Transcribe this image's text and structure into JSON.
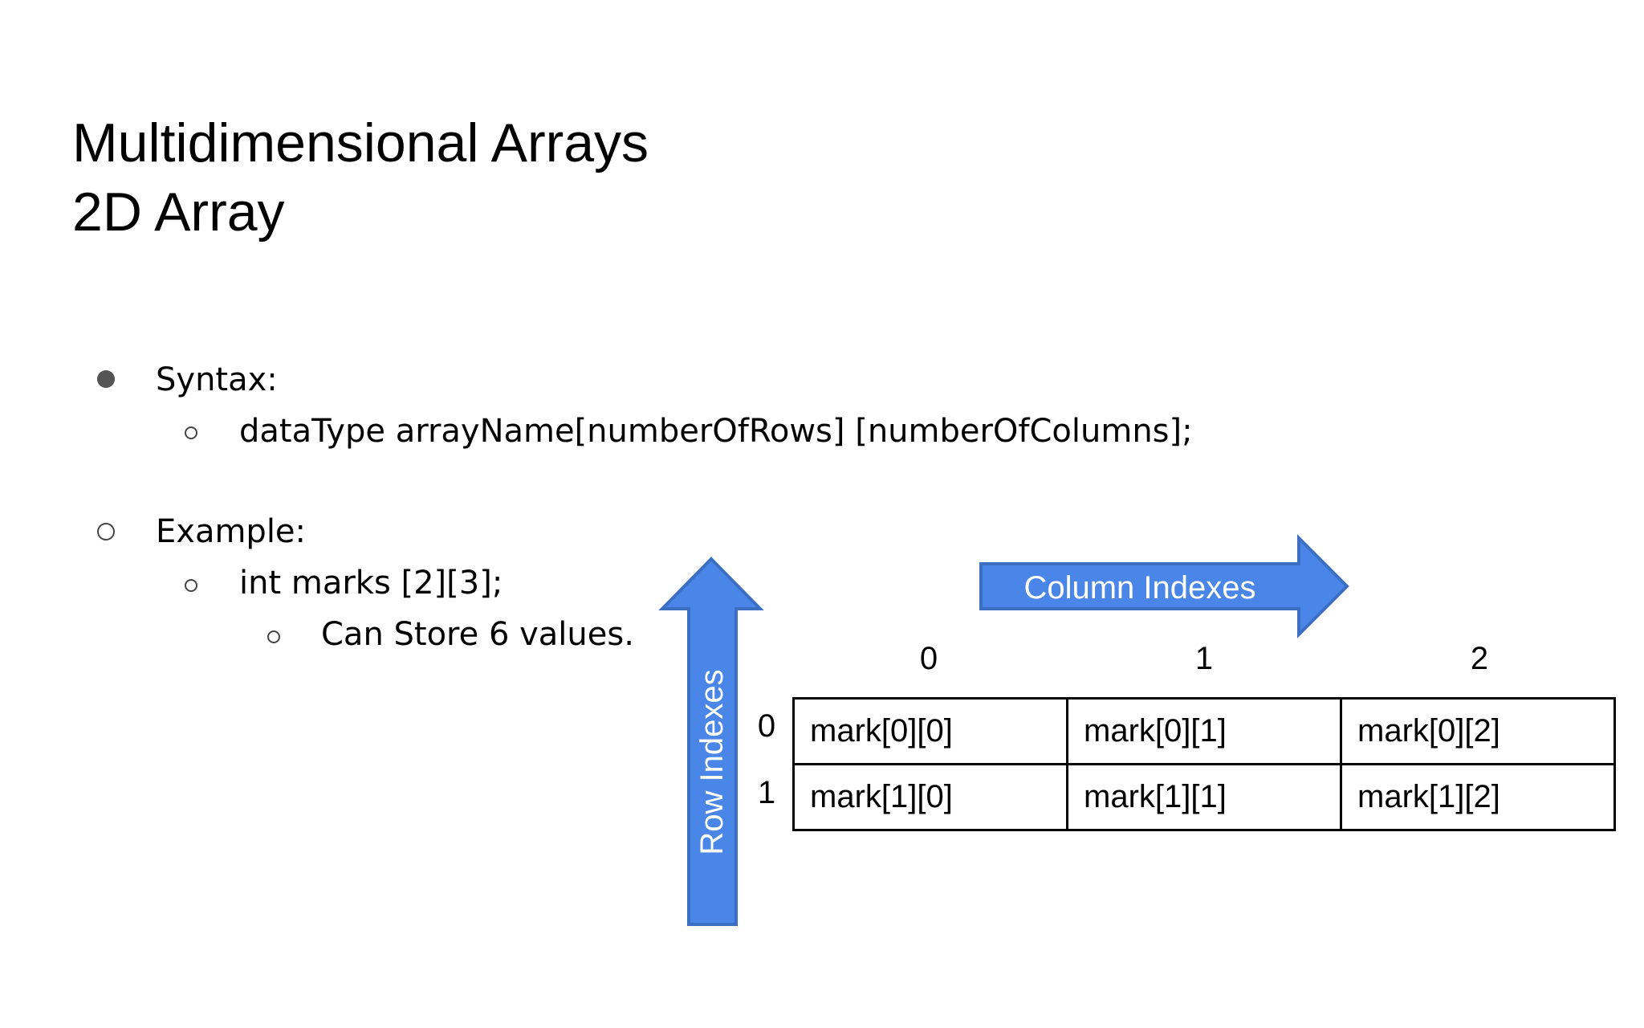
{
  "title": {
    "line1": "Multidimensional Arrays",
    "line2": "2D Array"
  },
  "bullets": [
    {
      "text": "Syntax:",
      "marker": "filled"
    },
    {
      "text": "dataType arrayName[numberOfRows] [numberOfColumns];",
      "marker": "hollow"
    },
    {
      "text": "Example:",
      "marker": "hollow"
    },
    {
      "text": "int marks [2][3];",
      "marker": "hollow"
    },
    {
      "text": "Can Store 6 values.",
      "marker": "hollow"
    }
  ],
  "arrows": {
    "column_label": "Column Indexes",
    "row_label": "Row Indexes",
    "fill_color": "#4a86e8",
    "stroke_color": "#3c6fc2"
  },
  "column_indexes": [
    "0",
    "1",
    "2"
  ],
  "row_indexes": [
    "0",
    "1"
  ],
  "cells": [
    [
      "mark[0][0]",
      "mark[0][1]",
      "mark[0][2]"
    ],
    [
      "mark[1][0]",
      "mark[1][1]",
      "mark[1][2]"
    ]
  ]
}
